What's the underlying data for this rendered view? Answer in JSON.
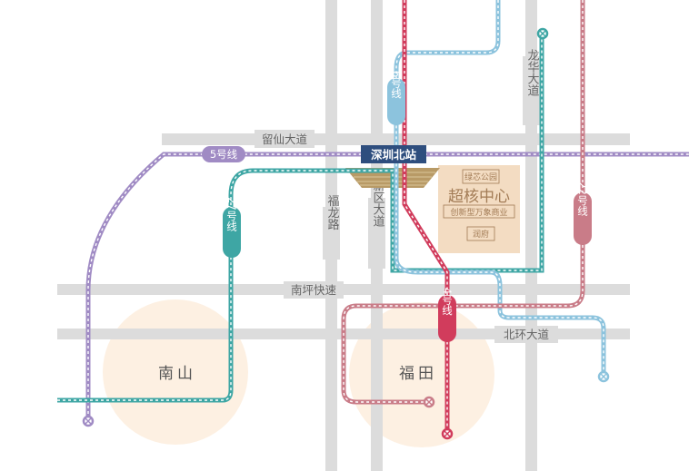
{
  "roads": {
    "liuxian": "留仙大道",
    "nanping": "南坪快速",
    "beihuan": "北环大道",
    "longhua": "龙华大道",
    "fulong": "福龙路",
    "xinqu": "新区大道"
  },
  "districts": {
    "nanshan": "南山",
    "futian": "福田"
  },
  "metro_lines": {
    "line4": {
      "label": "4号线",
      "color": "#d13c5c"
    },
    "line5": {
      "label": "5号线",
      "color": "#a08bc4"
    },
    "line6": {
      "label": "6号线",
      "color": "#8cc3dd"
    },
    "line22": {
      "label": "22号线",
      "color": "#c97c88"
    },
    "line27": {
      "label": "27号线",
      "color": "#3ea6a4"
    }
  },
  "station": {
    "name": "深圳北站",
    "color": "#2e4e7e"
  },
  "project": {
    "subtitle_top": "绿芯公园",
    "title": "超核中心",
    "subtitle": "创新型万象商业",
    "tag": "润府",
    "color": "#f3dcc2"
  },
  "colors": {
    "district_fill": "#fdf0e2",
    "road": "#dcdcdc"
  }
}
